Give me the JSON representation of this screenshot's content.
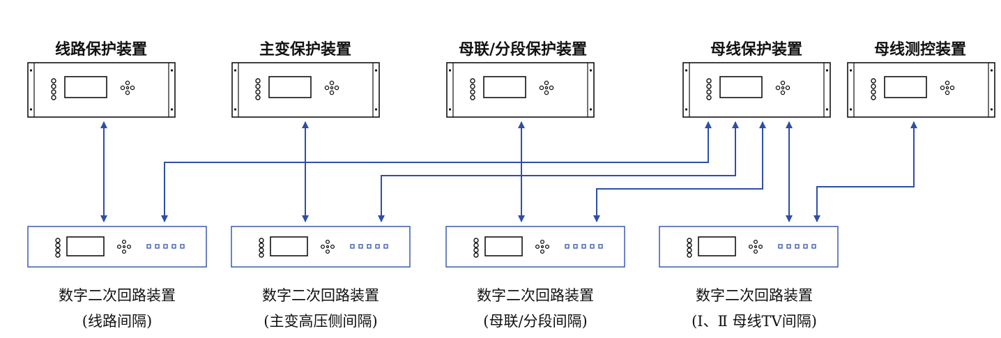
{
  "protection_devices": [
    {
      "label": "线路保护装置"
    },
    {
      "label": "主变保护装置"
    },
    {
      "label": "母联/分段保护装置"
    },
    {
      "label": "母线保护装置"
    },
    {
      "label": "母线测控装置"
    }
  ],
  "secondary_devices": [
    {
      "label": "数字二次回路装置",
      "sublabel": "(线路间隔)"
    },
    {
      "label": "数字二次回路装置",
      "sublabel": "(主变高压侧间隔)"
    },
    {
      "label": "数字二次回路装置",
      "sublabel": "(母联/分段间隔)"
    },
    {
      "label": "数字二次回路装置",
      "sublabel": "(Ⅰ、Ⅱ 母线TV间隔)"
    }
  ],
  "colors": {
    "connector": "#2e4ea6",
    "panel_border": "#111111",
    "indicator": "#2e4ea6"
  },
  "icons": {
    "arrow": "arrowhead-icon",
    "buttons": "button-cluster-icon",
    "leds": "led-icon"
  }
}
